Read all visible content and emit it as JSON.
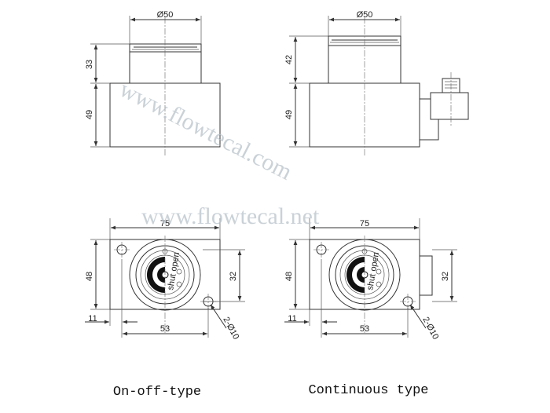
{
  "watermarks": [
    "www.flowtecal.com",
    "www.flowtecal.net"
  ],
  "views": [
    {
      "id": "on-off",
      "dimensions": {
        "top_diameter": "Ø50",
        "cap_height": "33",
        "body_height": "49",
        "base_width": "75",
        "base_height": "48",
        "bolt_spacing": "32",
        "hole_offset": "11",
        "hole_pitch": "53",
        "holes": "2-Ø10"
      },
      "dial": {
        "shut": "shut",
        "open": "open"
      },
      "caption": "On-off-type"
    },
    {
      "id": "continuous",
      "dimensions": {
        "top_diameter": "Ø50",
        "cap_height": "42",
        "body_height": "49",
        "base_width": "75",
        "base_height": "48",
        "bolt_spacing": "32",
        "hole_offset": "11",
        "hole_pitch": "53",
        "holes": "2-Ø10"
      },
      "dial": {
        "shut": "shut",
        "open": "open"
      },
      "caption": "Continuous type"
    }
  ]
}
